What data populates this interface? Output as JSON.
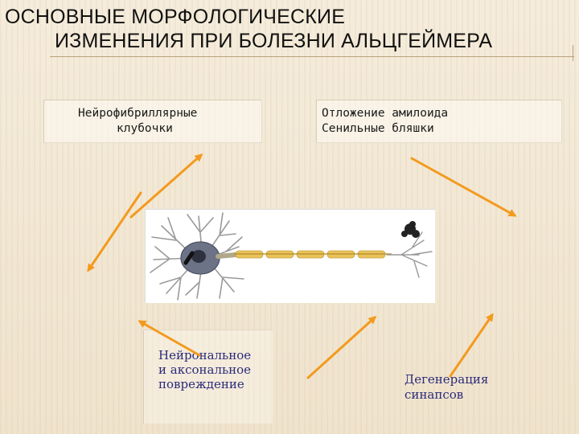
{
  "title": {
    "line1": "ОСНОВНЫЕ МОРФОЛОГИЧЕСКИЕ",
    "line2": "ИЗМЕНЕНИЯ ПРИ БОЛЕЗНИ АЛЬЦГЕЙМЕРА"
  },
  "boxes": {
    "top_left": {
      "line1": "Нейрофибриллярные",
      "line2": "клубочки"
    },
    "top_right": {
      "line1": "Отложение амилоида",
      "line2": "Сенильные бляшки"
    },
    "bottom_left": {
      "line1": "Нейрональное",
      "line2": "и аксональное",
      "line3": "повреждение"
    },
    "bottom_right": {
      "line1": "Дегенерация",
      "line2": "синапсов"
    }
  },
  "colors": {
    "arrow": "#f39a1e",
    "label_text": "#2b2b7a",
    "axon": "#e9c35a"
  }
}
